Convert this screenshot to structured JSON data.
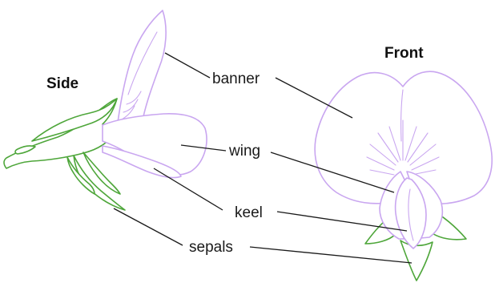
{
  "views": {
    "side": "Side",
    "front": "Front"
  },
  "labels": {
    "banner": "banner",
    "wing": "wing",
    "keel": "keel",
    "sepals": "sepals"
  },
  "colors": {
    "petal": "#c9a6f0",
    "sepal": "#4ea63a",
    "leader": "#1a1a1a"
  }
}
